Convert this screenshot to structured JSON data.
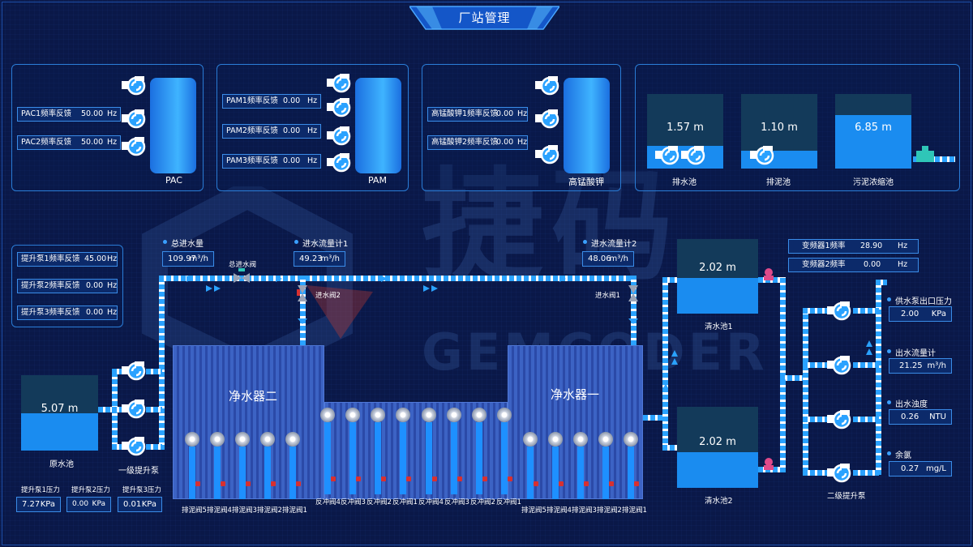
{
  "header": {
    "title": "厂站管理"
  },
  "watermark": {
    "cn": "捷码",
    "en": "GEMCODER"
  },
  "pac_panel": {
    "name": "PAC",
    "readouts": [
      {
        "label": "PAC1频率反馈",
        "value": "50.00",
        "unit": "Hz"
      },
      {
        "label": "PAC2频率反馈",
        "value": "50.00",
        "unit": "Hz"
      }
    ]
  },
  "pam_panel": {
    "name": "PAM",
    "readouts": [
      {
        "label": "PAM1频率反馈",
        "value": "0.00",
        "unit": "Hz"
      },
      {
        "label": "PAM2频率反馈",
        "value": "0.00",
        "unit": "Hz"
      },
      {
        "label": "PAM3频率反馈",
        "value": "0.00",
        "unit": "Hz"
      }
    ]
  },
  "kmno4_panel": {
    "name": "高锰酸钾",
    "readouts": [
      {
        "label": "高锰酸钾1频率反馈",
        "value": "0.00",
        "unit": "Hz"
      },
      {
        "label": "高锰酸钾2频率反馈",
        "value": "0.00",
        "unit": "Hz"
      }
    ]
  },
  "pools_panel": {
    "pools": [
      {
        "name": "排水池",
        "level": "1.57 m"
      },
      {
        "name": "排泥池",
        "level": "1.10 m"
      },
      {
        "name": "污泥浓缩池",
        "level": "6.85 m"
      }
    ]
  },
  "lift_panel": {
    "readouts": [
      {
        "label": "提升泵1频率反馈",
        "value": "45.00",
        "unit": "Hz"
      },
      {
        "label": "提升泵2频率反馈",
        "value": "0.00",
        "unit": "Hz"
      },
      {
        "label": "提升泵3频率反馈",
        "value": "0.00",
        "unit": "Hz"
      }
    ]
  },
  "raw_pool": {
    "name": "原水池",
    "level": "5.07 m"
  },
  "primary_pump": {
    "name": "一级提升泵"
  },
  "pressures": [
    {
      "label": "提升泵1压力",
      "value": "7.27",
      "unit": "KPa"
    },
    {
      "label": "提升泵2压力",
      "value": "0.00",
      "unit": "KPa"
    },
    {
      "label": "提升泵3压力",
      "value": "0.01",
      "unit": "KPa"
    }
  ],
  "flows": {
    "total": {
      "label": "总进水量",
      "value": "109.97",
      "unit": "m³/h"
    },
    "meter1": {
      "label": "进水流量计1",
      "value": "49.23",
      "unit": "m³/h"
    },
    "meter2": {
      "label": "进水流量计2",
      "value": "48.06",
      "unit": "m³/h"
    }
  },
  "valves": {
    "main": "总进水阀",
    "inlet2": "进水阀2",
    "inlet1": "进水阀1"
  },
  "purifiers": {
    "left": "净水器二",
    "right": "净水器一"
  },
  "bottom_valves": {
    "left": [
      "排泥阀5",
      "排泥阀4",
      "排泥阀3",
      "排泥阀2",
      "排泥阀1"
    ],
    "middle": [
      "反冲阀4",
      "反冲阀3",
      "反冲阀2",
      "反冲阀1",
      "反冲阀4",
      "反冲阀3",
      "反冲阀2",
      "反冲阀1"
    ],
    "right": [
      "排泥阀5",
      "排泥阀4",
      "排泥阀3",
      "排泥阀2",
      "排泥阀1"
    ]
  },
  "clear_pools": [
    {
      "name": "清水池1",
      "level": "2.02 m"
    },
    {
      "name": "清水池2",
      "level": "2.02 m"
    }
  ],
  "inverters": [
    {
      "label": "变频器1频率",
      "value": "28.90",
      "unit": "Hz"
    },
    {
      "label": "变频器2频率",
      "value": "0.00",
      "unit": "Hz"
    }
  ],
  "secondary_pump": {
    "name": "二级提升泵"
  },
  "outputs": [
    {
      "label": "供水泵出口压力",
      "value": "2.00",
      "unit": "KPa"
    },
    {
      "label": "出水流量计",
      "value": "21.25",
      "unit": "m³/h"
    },
    {
      "label": "出水浊度",
      "value": "0.26",
      "unit": "NTU"
    },
    {
      "label": "余氯",
      "value": "0.27",
      "unit": "mg/L"
    }
  ],
  "colors": {
    "accent": "#2aa2ff",
    "panel_border": "#2a7cd6",
    "background": "#0a1848"
  }
}
